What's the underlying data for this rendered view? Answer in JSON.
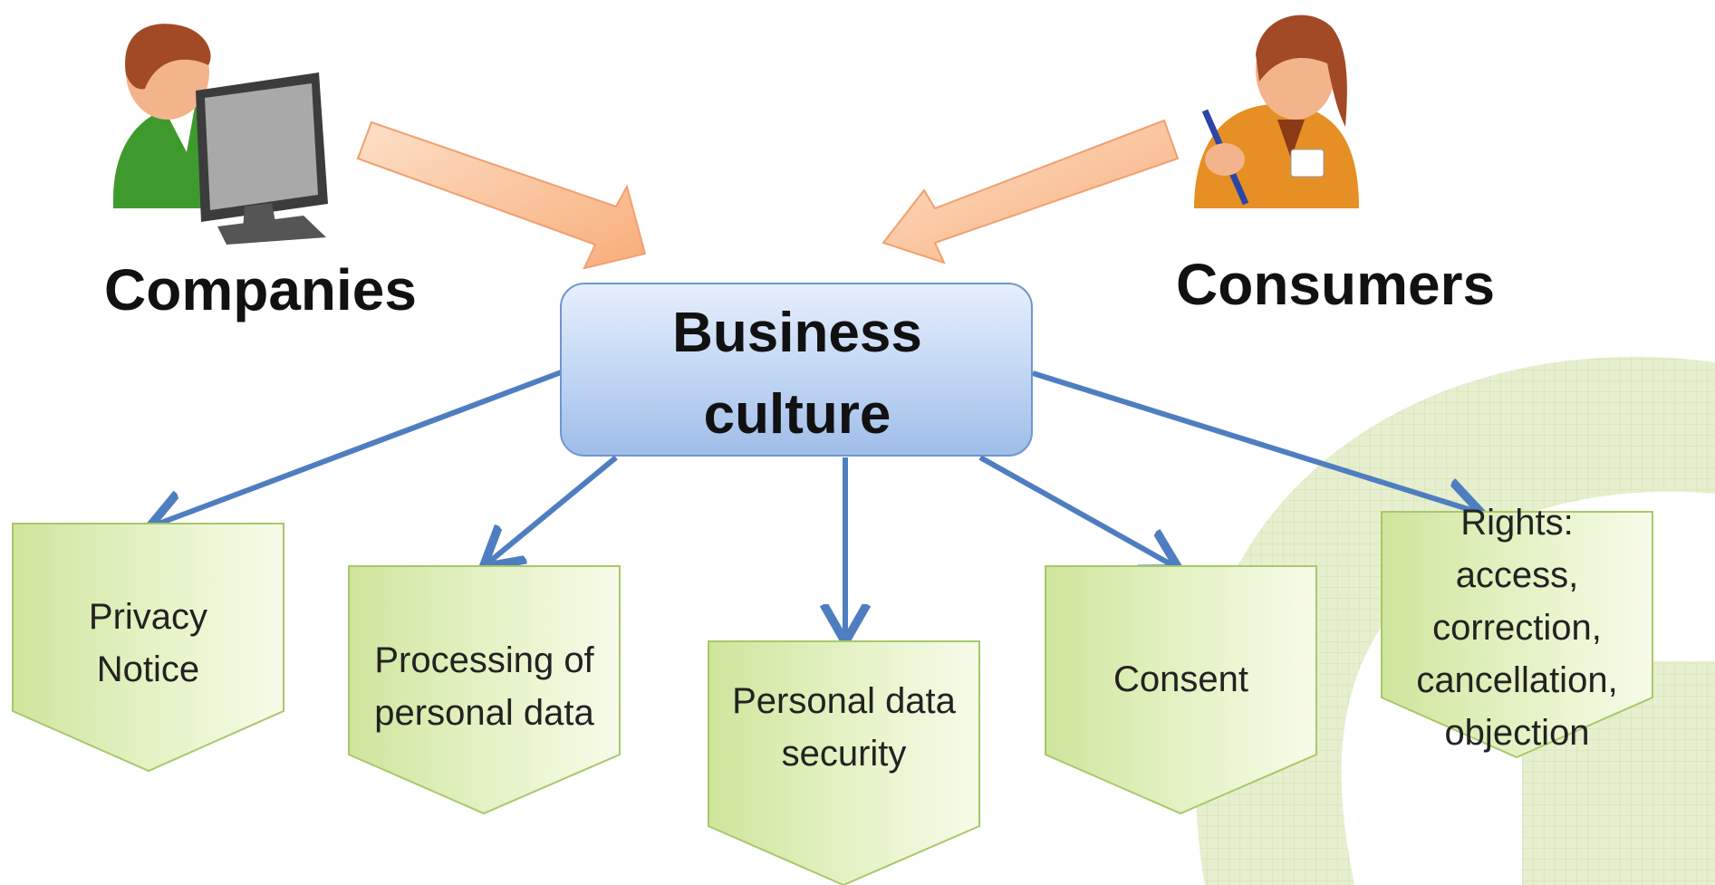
{
  "actors": {
    "companies": {
      "label": "Companies"
    },
    "consumers": {
      "label": "Consumers"
    }
  },
  "center": {
    "line1": "Business",
    "line2": "culture"
  },
  "items": [
    {
      "line1": "Privacy",
      "line2": "Notice"
    },
    {
      "line1": "Processing of",
      "line2": "personal data"
    },
    {
      "line1": "Personal data",
      "line2": "security"
    },
    {
      "line1": "Consent",
      "line2": ""
    },
    {
      "line1": "Rights:",
      "line2": "access,",
      "line3": "correction,",
      "line4": "cancellation,",
      "line5": "objection"
    }
  ],
  "colors": {
    "box_fill": "#dff0b8",
    "box_stroke": "#a8c86a",
    "center_fill": "#b8d0f2",
    "center_stroke": "#5b84c4",
    "arrow_blue": "#4f7ec0",
    "arrow_orange": "#fbc49a",
    "bg_swirl": "#e3eec8"
  }
}
